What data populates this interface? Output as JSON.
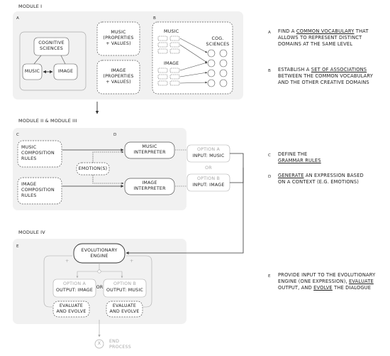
{
  "modules": {
    "m1": "MODULE I",
    "m23": "MODULE II  &  MODULE III",
    "m4": "MODULE IV"
  },
  "letters": {
    "a": "A",
    "b": "B",
    "c": "C",
    "d": "D",
    "e": "E"
  },
  "m1": {
    "cog_sciences": [
      "COGNITIVE",
      "SCIENCES"
    ],
    "music": "MUSIC",
    "image": "IMAGE",
    "music_props": [
      "MUSIC",
      "(PROPERTIES",
      "+ VALUES)"
    ],
    "image_props": [
      "IMAGE",
      "(PROPERTIES",
      "+ VALUES)"
    ],
    "b_music": "MUSIC",
    "b_image": "IMAGE",
    "b_cog": [
      "COG.",
      "SCIENCES"
    ]
  },
  "m23": {
    "music_rules": [
      "MUSIC",
      "COMPOSITION",
      "RULES"
    ],
    "image_rules": [
      "IMAGE",
      "COMPOSITION",
      "RULES"
    ],
    "emotions": "EMOTION(S)",
    "music_interp": [
      "MUSIC",
      "INTERPRETER"
    ],
    "image_interp": [
      "IMAGE",
      "INTERPRETER"
    ],
    "option_a": "OPTION A",
    "input_music": "INPUT: MUSIC",
    "or": "OR",
    "option_b": "OPTION B",
    "input_image": "INPUT: IMAGE"
  },
  "m4": {
    "engine": [
      "EVOLUTIONARY",
      "ENGINE"
    ],
    "option_a": "OPTION A",
    "output_image": "OUTPUT: IMAGE",
    "or": "OR",
    "option_b": "OPTION B",
    "output_music": "OUTPUT: MUSIC",
    "eval_left": [
      "EVALUATE",
      "AND EVOLVE"
    ],
    "eval_right": [
      "EVALUATE",
      "AND EVOLVE"
    ],
    "plus": "+",
    "end_x": "X",
    "end_process": [
      "END",
      "PROCESS"
    ]
  },
  "descriptions": {
    "a": {
      "l1_pre": "FIND A ",
      "l1_u": "COMMON VOCABULARY",
      "l1_post": " THAT",
      "l2": "ALLOWS TO REPRESENT DISTINCT",
      "l3": "DOMAINS AT THE SAME LEVEL"
    },
    "b": {
      "l1_pre": "ESTABLISH A ",
      "l1_u": "SET OF ASSOCIATIONS",
      "l2": "BETWEEN THE COMMON VOCABULARY",
      "l3": "AND THE OTHER CREATIVE DOMAINS"
    },
    "c": {
      "l1": "DEFINE THE",
      "l2_u": "GRAMMAR RULES"
    },
    "d": {
      "l1_u": "GENERATE",
      "l1_post": " AN EXPRESSION BASED",
      "l2": "ON A CONTEXT (E.G. EMOTIONS)"
    },
    "e": {
      "l1": "PROVIDE INPUT TO THE EVOLUTIONARY",
      "l2_pre": "ENGINE (ONE EXPRESSION), ",
      "l2_u": "EVALUATE",
      "l3_pre": "OUTPUT, AND ",
      "l3_u": "EVOLVE",
      "l3_post": " THE DIALOGUE"
    }
  },
  "colors": {
    "panel": "#f1f1f1",
    "line": "#333333",
    "muted": "#a8a8a8"
  }
}
